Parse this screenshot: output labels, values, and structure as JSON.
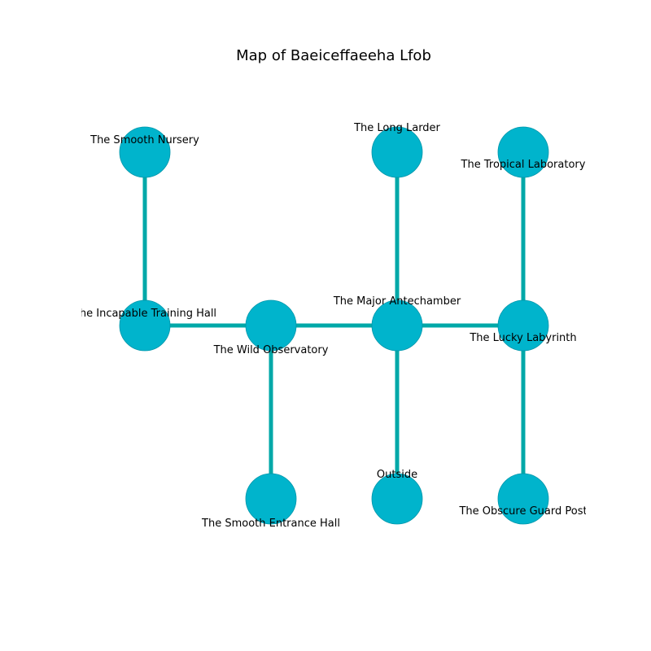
{
  "title": "Map of Baeiceffaeeha Lfob",
  "colors": {
    "edge": "#00a8a8",
    "node_fill": "#00b4cc",
    "node_stroke": "#0096aa",
    "text": "#000000",
    "background": "#ffffff"
  },
  "nodes": [
    {
      "id": "smooth-nursery",
      "label": "The Smooth Nursery"
    },
    {
      "id": "long-larder",
      "label": "The Long Larder"
    },
    {
      "id": "tropical-laboratory",
      "label": "The Tropical Laboratory"
    },
    {
      "id": "incapable-training-hall",
      "label": "The Incapable Training Hall"
    },
    {
      "id": "wild-observatory",
      "label": "The Wild Observatory"
    },
    {
      "id": "major-antechamber",
      "label": "The Major Antechamber"
    },
    {
      "id": "lucky-labyrinth",
      "label": "The Lucky Labyrinth"
    },
    {
      "id": "smooth-entrance-hall",
      "label": "The Smooth Entrance Hall"
    },
    {
      "id": "outside",
      "label": "Outside"
    },
    {
      "id": "obscure-guard-post",
      "label": "The Obscure Guard Post"
    }
  ],
  "edges": [
    [
      "smooth-nursery",
      "incapable-training-hall"
    ],
    [
      "incapable-training-hall",
      "wild-observatory"
    ],
    [
      "wild-observatory",
      "major-antechamber"
    ],
    [
      "major-antechamber",
      "lucky-labyrinth"
    ],
    [
      "long-larder",
      "major-antechamber"
    ],
    [
      "tropical-laboratory",
      "lucky-labyrinth"
    ],
    [
      "wild-observatory",
      "smooth-entrance-hall"
    ],
    [
      "major-antechamber",
      "outside"
    ],
    [
      "lucky-labyrinth",
      "obscure-guard-post"
    ]
  ]
}
